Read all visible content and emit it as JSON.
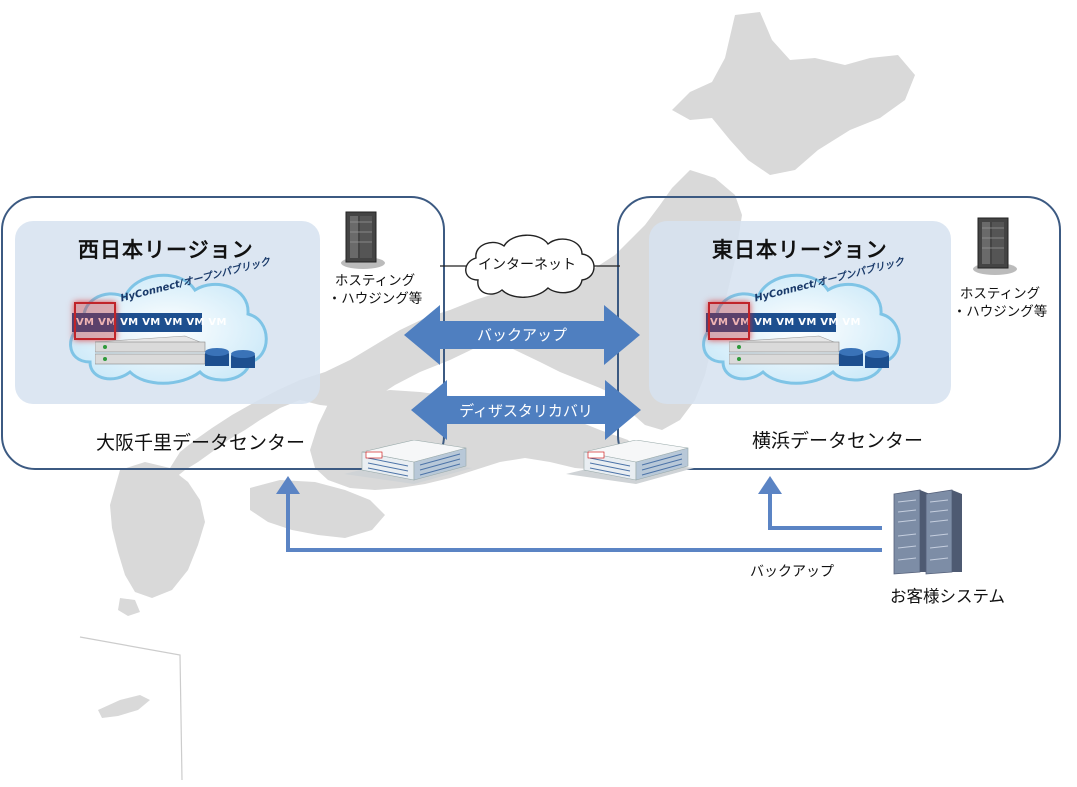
{
  "west": {
    "region_title": "西日本リージョン",
    "datacenter": "大阪千里データセンター",
    "cloud_brand": "HyConnect/オープンパブリック",
    "vm_labels": "VM VM VM VM VM VM VM",
    "hosting_line1": "ホスティング",
    "hosting_line2": "・ハウジング等"
  },
  "east": {
    "region_title": "東日本リージョン",
    "datacenter": "横浜データセンター",
    "cloud_brand": "HyConnect/オープンパブリック",
    "vm_labels": "VM VM VM VM VM VM VM",
    "hosting_line1": "ホスティング",
    "hosting_line2": "・ハウジング等"
  },
  "internet": "インターネット",
  "arrows": {
    "backup": "バックアップ",
    "disaster_recovery": "ディザスタリカバリ"
  },
  "customer": {
    "label": "お客様システム",
    "backup_label": "バックアップ"
  },
  "colors": {
    "border": "#3c5a82",
    "arrow": "#4f7fc0",
    "region_fill": "#d6e2f0",
    "map": "#d9d9d9",
    "line_arrow": "#5b84c4"
  }
}
